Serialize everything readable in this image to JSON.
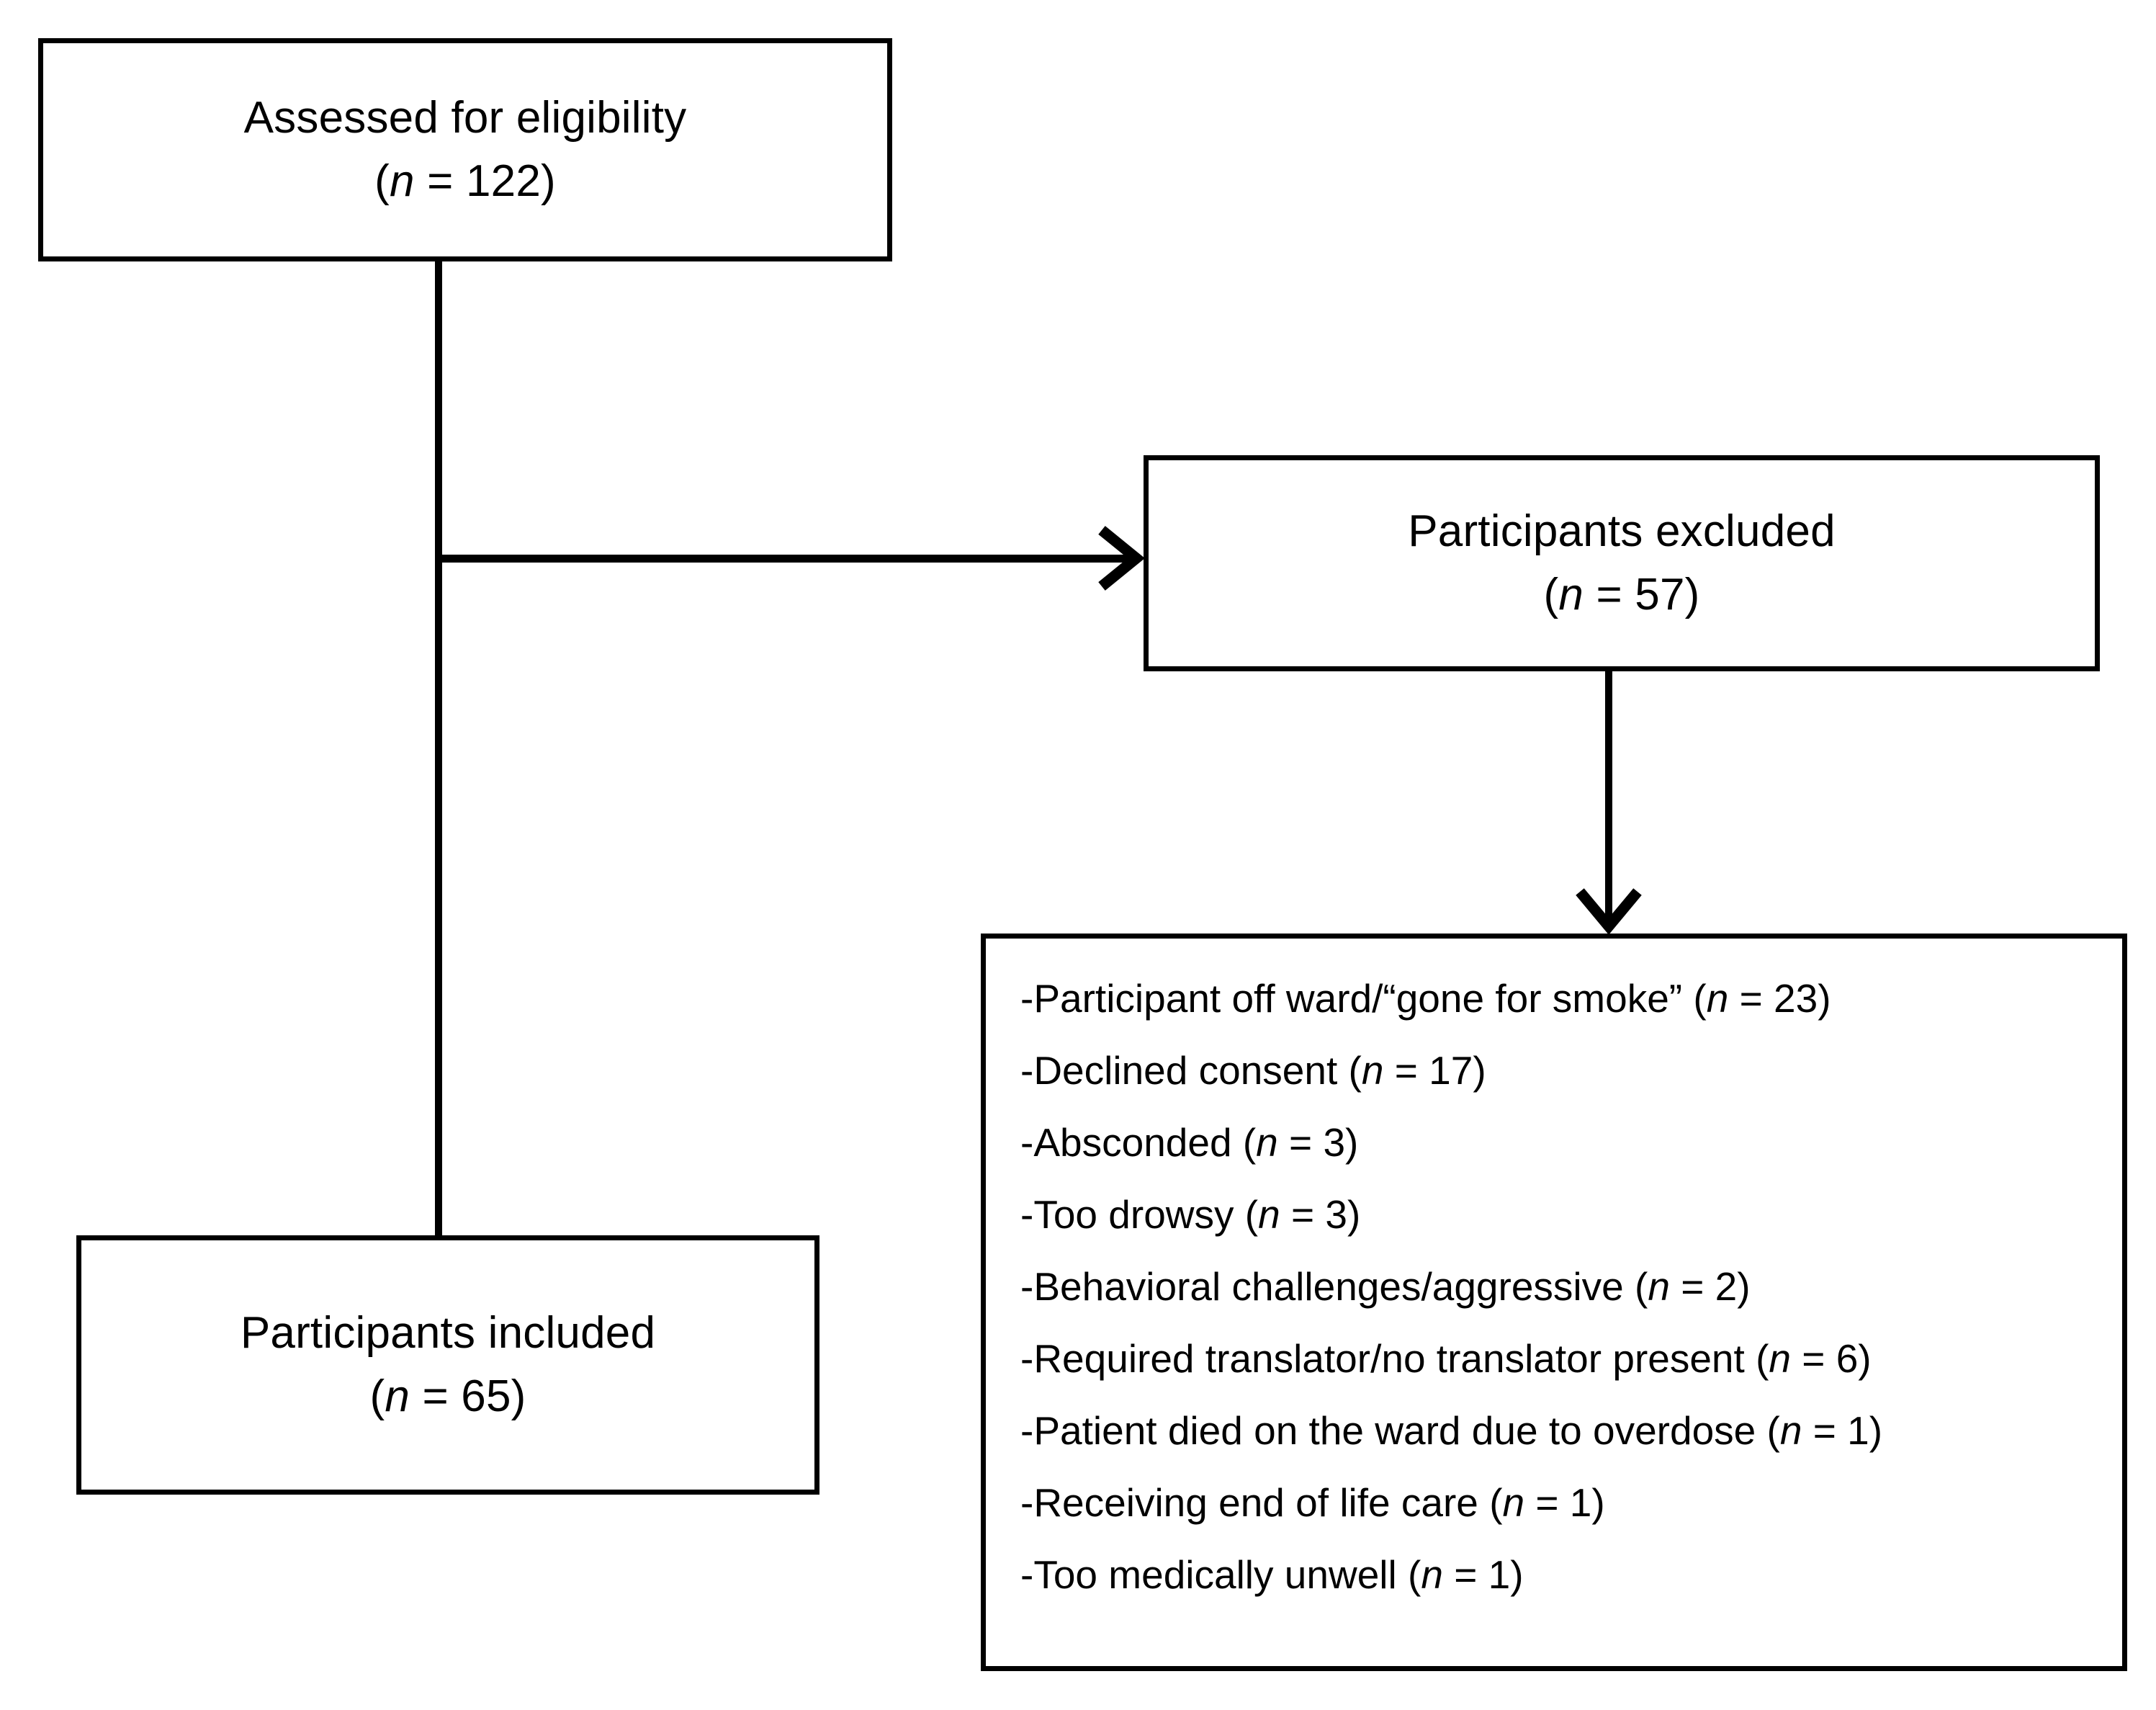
{
  "diagram": {
    "type": "flowchart",
    "title": "Participant flow diagram",
    "stroke_color": "#000000",
    "background_color": "#ffffff"
  },
  "nodes": {
    "assessed": {
      "label": "Assessed for eligibility",
      "count_prefix": "(",
      "count_var": "n",
      "count_eq": " = ",
      "count_value": "122",
      "count_suffix": ")",
      "count_text": "(n = 122)"
    },
    "excluded": {
      "label": "Participants excluded",
      "count_prefix": "(",
      "count_var": "n",
      "count_eq": " = ",
      "count_value": "57",
      "count_suffix": ")",
      "count_text": "(n = 57)"
    },
    "included": {
      "label": "Participants included",
      "count_prefix": "(",
      "count_var": "n",
      "count_eq": " = ",
      "count_value": "65",
      "count_suffix": ")",
      "count_text": "(n = 65)"
    }
  },
  "reasons": {
    "items": [
      {
        "prefix": "-",
        "text": "Participant off ward/“gone for smoke” ",
        "open": "(",
        "var": "n",
        "eq": " = ",
        "value": "23",
        "close": ")"
      },
      {
        "prefix": "-",
        "text": "Declined consent ",
        "open": "(",
        "var": "n",
        "eq": " = ",
        "value": "17",
        "close": ")"
      },
      {
        "prefix": "-",
        "text": "Absconded ",
        "open": "(",
        "var": "n",
        "eq": " = ",
        "value": "3",
        "close": ")"
      },
      {
        "prefix": "-",
        "text": "Too drowsy ",
        "open": "(",
        "var": "n",
        "eq": " = ",
        "value": "3",
        "close": ")"
      },
      {
        "prefix": "-",
        "text": "Behavioral challenges/aggressive ",
        "open": "(",
        "var": "n",
        "eq": " = ",
        "value": "2",
        "close": ")"
      },
      {
        "prefix": "-",
        "text": "Required translator/no translator present ",
        "open": "(",
        "var": "n",
        "eq": " = ",
        "value": "6",
        "close": ")"
      },
      {
        "prefix": "-",
        "text": "Patient died on the ward due to overdose ",
        "open": "(",
        "var": "n",
        "eq": " = ",
        "value": "1",
        "close": ")"
      },
      {
        "prefix": "-",
        "text": "Receiving end of life care ",
        "open": "(",
        "var": "n",
        "eq": " = ",
        "value": "1",
        "close": ")"
      },
      {
        "prefix": "-",
        "text": "Too medically unwell ",
        "open": "(",
        "var": "n",
        "eq": " = ",
        "value": "1",
        "close": ")"
      }
    ]
  },
  "connectors": {
    "assessed_to_included": {
      "kind": "line",
      "orientation": "vertical",
      "arrowhead": false
    },
    "assessed_to_excluded": {
      "kind": "arrow",
      "orientation": "horizontal",
      "arrowhead": true
    },
    "excluded_to_reasons": {
      "kind": "arrow",
      "orientation": "vertical",
      "arrowhead": true
    }
  }
}
